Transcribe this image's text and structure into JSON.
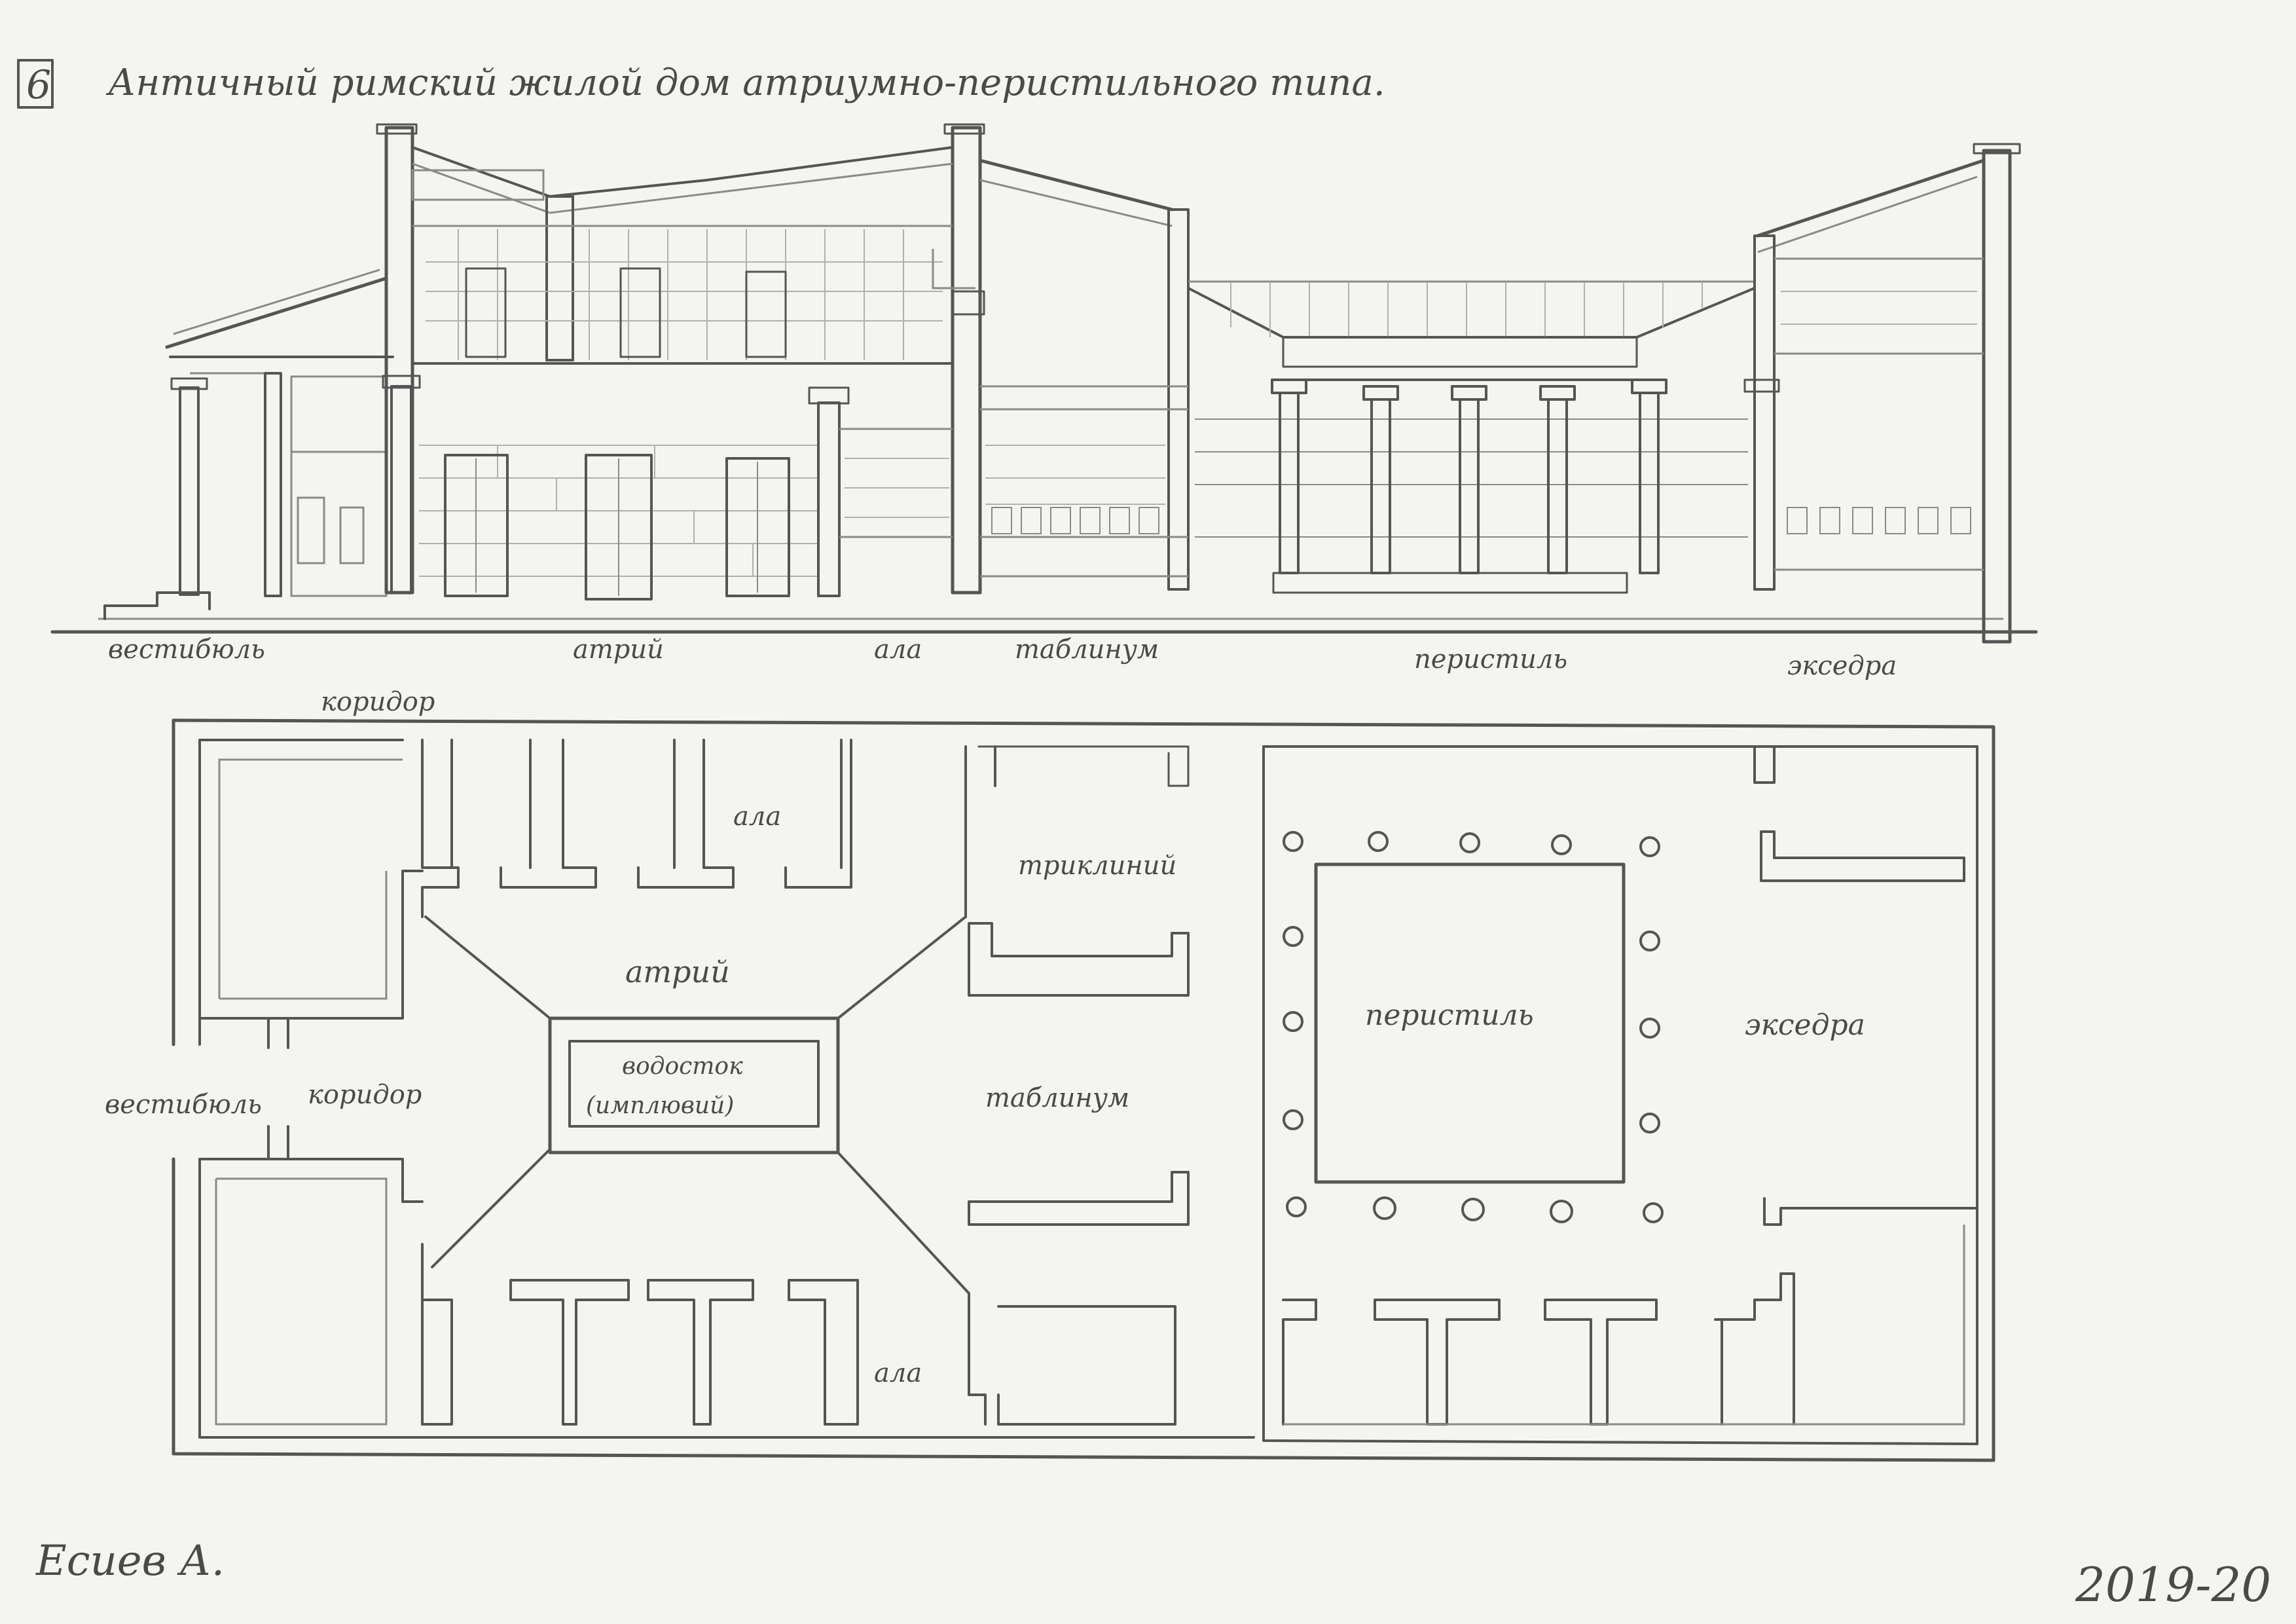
{
  "sheet": {
    "number": "6",
    "title": "Античный римский жилой дом атриумно-перистильного типа.",
    "author": "Есиев А.",
    "year": "2019-20"
  },
  "section_labels": [
    "вестибюль",
    "атрий",
    "ала",
    "таблинум",
    "перистиль",
    "экседра"
  ],
  "plan_labels": {
    "corridor_top": "коридор",
    "ala_top": "ала",
    "triclinium": "триклиний",
    "atrium": "атрий",
    "impluvium_line1": "водосток",
    "impluvium_line2": "(имплювий)",
    "vestibule": "вестибюль",
    "corridor_mid": "коридор",
    "tablinum": "таблинум",
    "peristyle": "перистиль",
    "exedra": "экседра",
    "ala_bottom": "ала"
  },
  "colors": {
    "paper": "#f4f4f1",
    "pencil": "#555555"
  }
}
